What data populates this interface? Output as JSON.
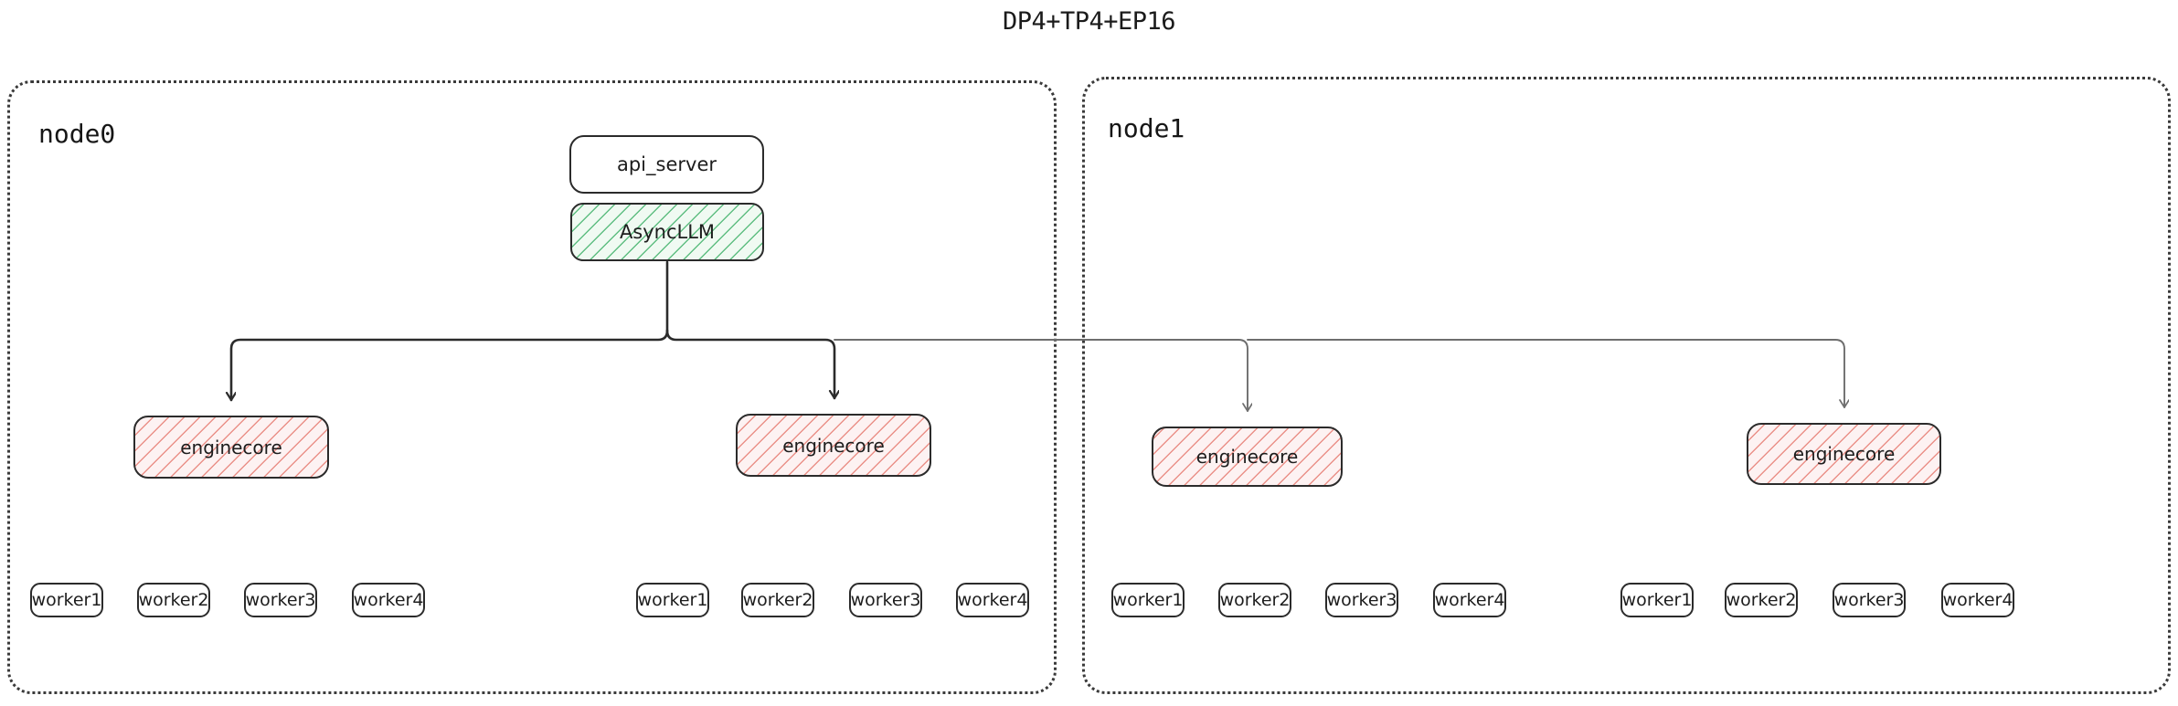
{
  "title": "DP4+TP4+EP16",
  "colors": {
    "stroke_dark": "#2b2b2b",
    "stroke_light": "#6e6e6e",
    "hatch_green": "#46b46e",
    "hatch_red": "#e6786e",
    "node_border": "#3a3a3a",
    "text": "#1d1d1d"
  },
  "nodes": [
    {
      "id": "node0",
      "label": "node0",
      "top_boxes": [
        {
          "name": "api_server",
          "label": "api_server",
          "fill": "white"
        },
        {
          "name": "AsyncLLM",
          "label": "AsyncLLM",
          "fill": "green-hatch"
        }
      ],
      "enginecores": [
        {
          "label": "enginecore",
          "workers": [
            {
              "label": "worker1"
            },
            {
              "label": "worker2"
            },
            {
              "label": "worker3"
            },
            {
              "label": "worker4"
            }
          ]
        },
        {
          "label": "enginecore",
          "workers": [
            {
              "label": "worker1"
            },
            {
              "label": "worker2"
            },
            {
              "label": "worker3"
            },
            {
              "label": "worker4"
            }
          ]
        }
      ]
    },
    {
      "id": "node1",
      "label": "node1",
      "top_boxes": [],
      "enginecores": [
        {
          "label": "enginecore",
          "workers": [
            {
              "label": "worker1"
            },
            {
              "label": "worker2"
            },
            {
              "label": "worker3"
            },
            {
              "label": "worker4"
            }
          ]
        },
        {
          "label": "enginecore",
          "workers": [
            {
              "label": "worker1"
            },
            {
              "label": "worker2"
            },
            {
              "label": "worker3"
            },
            {
              "label": "worker4"
            }
          ]
        }
      ]
    }
  ],
  "workers_flat": {
    "g0": [
      "worker1",
      "worker2",
      "worker3",
      "worker4"
    ],
    "g1": [
      "worker1",
      "worker2",
      "worker3",
      "worker4"
    ],
    "g2": [
      "worker1",
      "worker2",
      "worker3",
      "worker4"
    ],
    "g3": [
      "worker1",
      "worker2",
      "worker3",
      "worker4"
    ]
  }
}
